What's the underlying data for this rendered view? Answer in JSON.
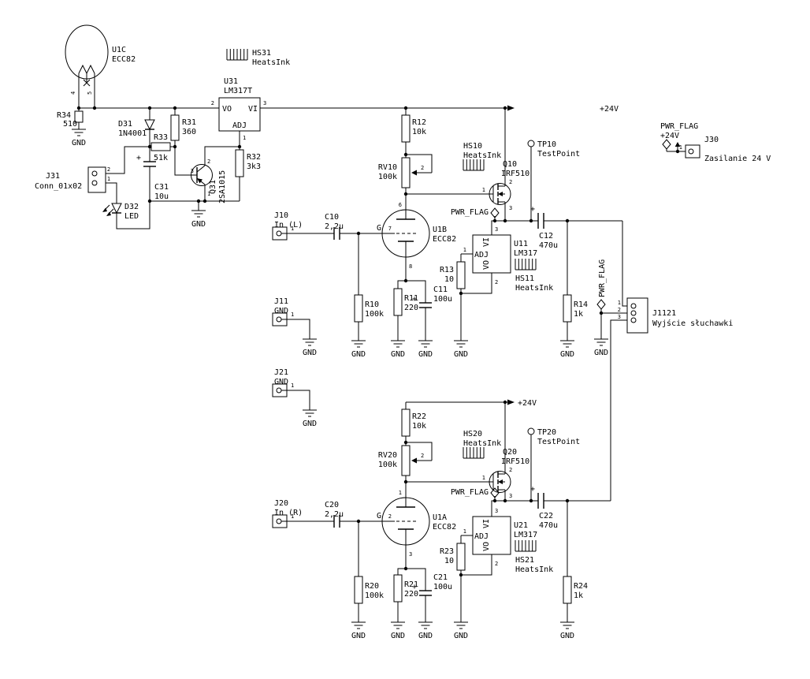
{
  "schematic": {
    "power": {
      "p24": "+24V",
      "gnd": "GND",
      "flag": "PWR_FLAG",
      "plus": "+"
    },
    "pin_names": {
      "vo": "VO",
      "vi": "VI",
      "adj": "ADJ",
      "g": "G"
    },
    "pin_numbers": {
      "n1": "1",
      "n2": "2",
      "n3": "3",
      "n4": "4",
      "n5": "5",
      "n6": "6",
      "n7": "7",
      "n8": "8"
    },
    "components": {
      "u1c": {
        "ref": "U1C",
        "value": "ECC82"
      },
      "r34": {
        "ref": "R34",
        "value": "510"
      },
      "d31": {
        "ref": "D31",
        "value": "1N4001"
      },
      "r33": {
        "ref": "R33",
        "value": "51k"
      },
      "r31": {
        "ref": "R31",
        "value": "360"
      },
      "u31": {
        "ref": "U31",
        "value": "LM317T"
      },
      "hs31": {
        "ref": "HS31",
        "value": "HeatsInk"
      },
      "r32": {
        "ref": "R32",
        "value": "3k3"
      },
      "c31": {
        "ref": "C31",
        "value": "10u"
      },
      "q31": {
        "ref": "Q31",
        "value": "2SA1015"
      },
      "j31": {
        "ref": "J31",
        "value": "Conn_01x02"
      },
      "d32": {
        "ref": "D32",
        "value": "LED"
      },
      "j30": {
        "ref": "J30",
        "value": "Zasilanie 24 V"
      },
      "r12": {
        "ref": "R12",
        "value": "10k"
      },
      "rv10": {
        "ref": "RV10",
        "value": "100k"
      },
      "hs10": {
        "ref": "HS10",
        "value": "HeatsInk"
      },
      "q10": {
        "ref": "Q10",
        "value": "IRF510"
      },
      "tp10": {
        "ref": "TP10",
        "value": "TestPoint"
      },
      "j10": {
        "ref": "J10",
        "value": "In (L)"
      },
      "c10": {
        "ref": "C10",
        "value": "2,2u"
      },
      "u1b": {
        "ref": "U1B",
        "value": "ECC82"
      },
      "r10": {
        "ref": "R10",
        "value": "100k"
      },
      "r11": {
        "ref": "R11",
        "value": "220"
      },
      "c11": {
        "ref": "C11",
        "value": "100u"
      },
      "r13": {
        "ref": "R13",
        "value": "10"
      },
      "u11": {
        "ref": "U11",
        "value": "LM317"
      },
      "hs11": {
        "ref": "HS11",
        "value": "HeatsInk"
      },
      "c12": {
        "ref": "C12",
        "value": "470u"
      },
      "r14": {
        "ref": "R14",
        "value": "1k"
      },
      "j11": {
        "ref": "J11",
        "value": "GND"
      },
      "j1121": {
        "ref": "J1121",
        "value": "Wyjście słuchawki"
      },
      "j21": {
        "ref": "J21",
        "value": "GND"
      },
      "r22": {
        "ref": "R22",
        "value": "10k"
      },
      "rv20": {
        "ref": "RV20",
        "value": "100k"
      },
      "hs20": {
        "ref": "HS20",
        "value": "HeatsInk"
      },
      "q20": {
        "ref": "Q20",
        "value": "IRF510"
      },
      "tp20": {
        "ref": "TP20",
        "value": "TestPoint"
      },
      "j20": {
        "ref": "J20",
        "value": "In (R)"
      },
      "c20": {
        "ref": "C20",
        "value": "2,2u"
      },
      "u1a": {
        "ref": "U1A",
        "value": "ECC82"
      },
      "r20": {
        "ref": "R20",
        "value": "100k"
      },
      "r21": {
        "ref": "R21",
        "value": "220"
      },
      "c21": {
        "ref": "C21",
        "value": "100u"
      },
      "r23": {
        "ref": "R23",
        "value": "10"
      },
      "u21": {
        "ref": "U21",
        "value": "LM317"
      },
      "hs21": {
        "ref": "HS21",
        "value": "HeatsInk"
      },
      "c22": {
        "ref": "C22",
        "value": "470u"
      },
      "r24": {
        "ref": "R24",
        "value": "1k"
      }
    }
  }
}
